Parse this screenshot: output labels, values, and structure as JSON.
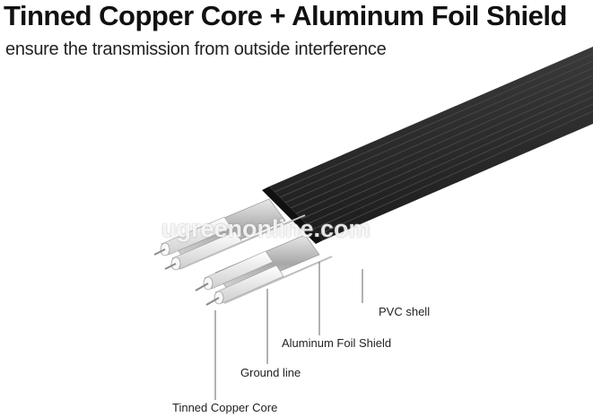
{
  "header": {
    "title": "Tinned Copper Core + Aluminum Foil Shield",
    "subtitle": "ensure the transmission from outside interference"
  },
  "watermark": "ugreenonline.com",
  "labels": {
    "pvc": "PVC shell",
    "foil": "Aluminum Foil Shield",
    "ground": "Ground line",
    "core": "Tinned Copper Core"
  },
  "colors": {
    "shell": "#2b2b2b",
    "foil": "#c9c9c9",
    "insulation": "#f4f4f4",
    "copper": "#b8b8b8",
    "leader": "#666666"
  }
}
